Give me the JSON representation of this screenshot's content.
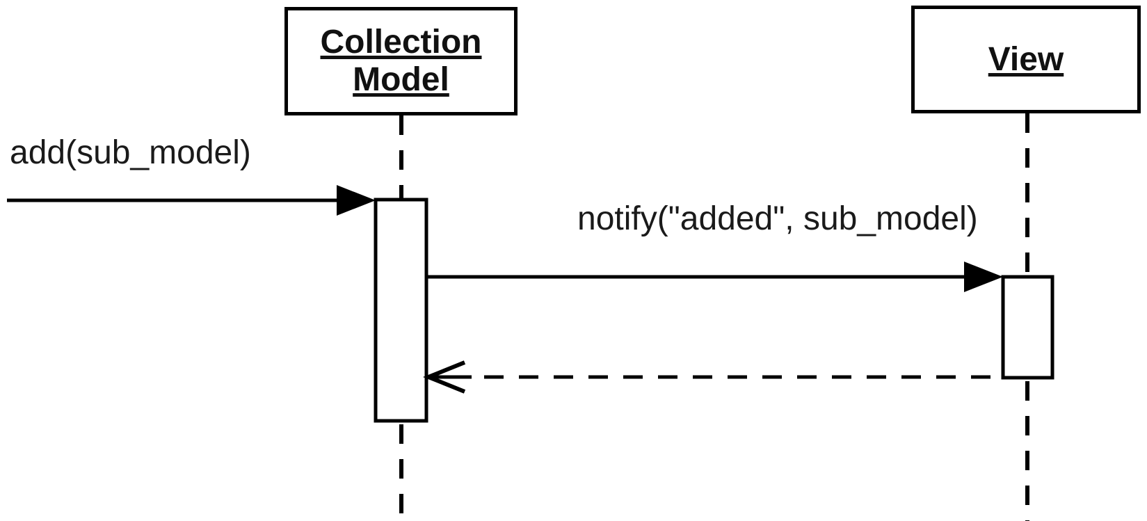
{
  "colors": {
    "background": "#ffffff",
    "stroke": "#000000",
    "text": "#111111"
  },
  "participants": [
    {
      "id": "collection-model",
      "label": "Collection\nModel"
    },
    {
      "id": "view",
      "label": "View"
    }
  ],
  "messages": [
    {
      "id": "add",
      "label": "add(sub_model)",
      "from": "external",
      "to": "collection-model",
      "line": "solid",
      "arrowhead": "filled"
    },
    {
      "id": "notify",
      "label": "notify(\"added\", sub_model)",
      "from": "collection-model",
      "to": "view",
      "line": "solid",
      "arrowhead": "filled"
    },
    {
      "id": "return",
      "label": "",
      "from": "view",
      "to": "collection-model",
      "line": "dashed",
      "arrowhead": "open"
    }
  ]
}
